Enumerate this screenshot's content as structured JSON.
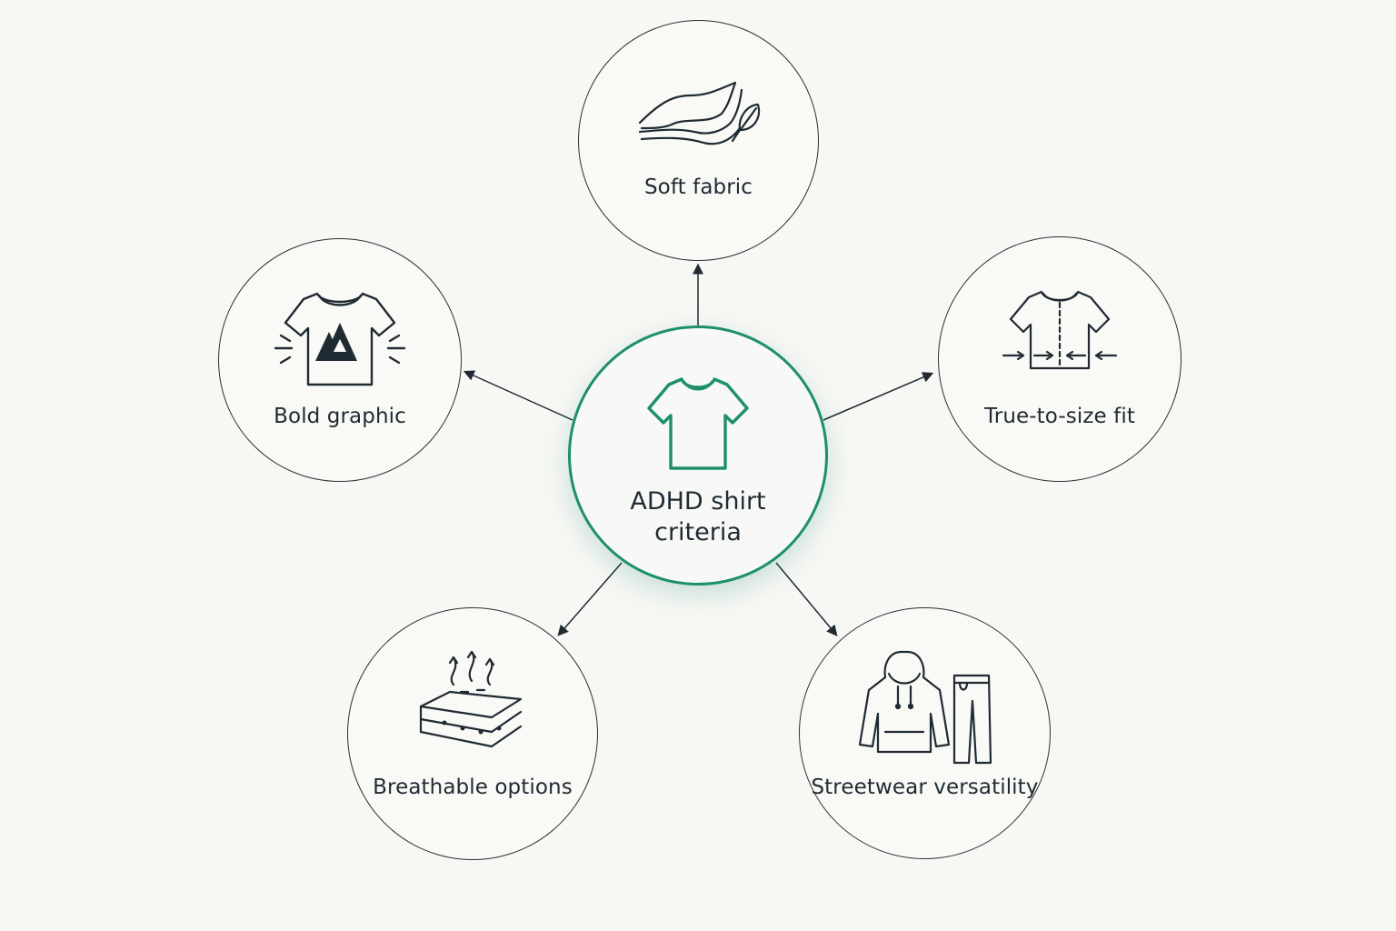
{
  "center": {
    "title_line1": "ADHD shirt",
    "title_line2": "criteria",
    "icon": "tshirt-icon",
    "accent_color": "#1e8f6c"
  },
  "criteria": [
    {
      "id": "soft-fabric",
      "label": "Soft fabric",
      "icon": "fabric-leaf-icon"
    },
    {
      "id": "bold-graphic",
      "label": "Bold graphic",
      "icon": "graphic-tshirt-icon"
    },
    {
      "id": "true-to-size-fit",
      "label": "True-to-size fit",
      "icon": "fit-tshirt-icon"
    },
    {
      "id": "breathable-options",
      "label": "Breathable options",
      "icon": "breathable-layers-icon"
    },
    {
      "id": "streetwear-versatility",
      "label": "Streetwear versatility",
      "icon": "hoodie-pants-icon"
    }
  ],
  "colors": {
    "background": "#f7f7f4",
    "outline": "#2a3238",
    "text": "#1f2a33"
  }
}
